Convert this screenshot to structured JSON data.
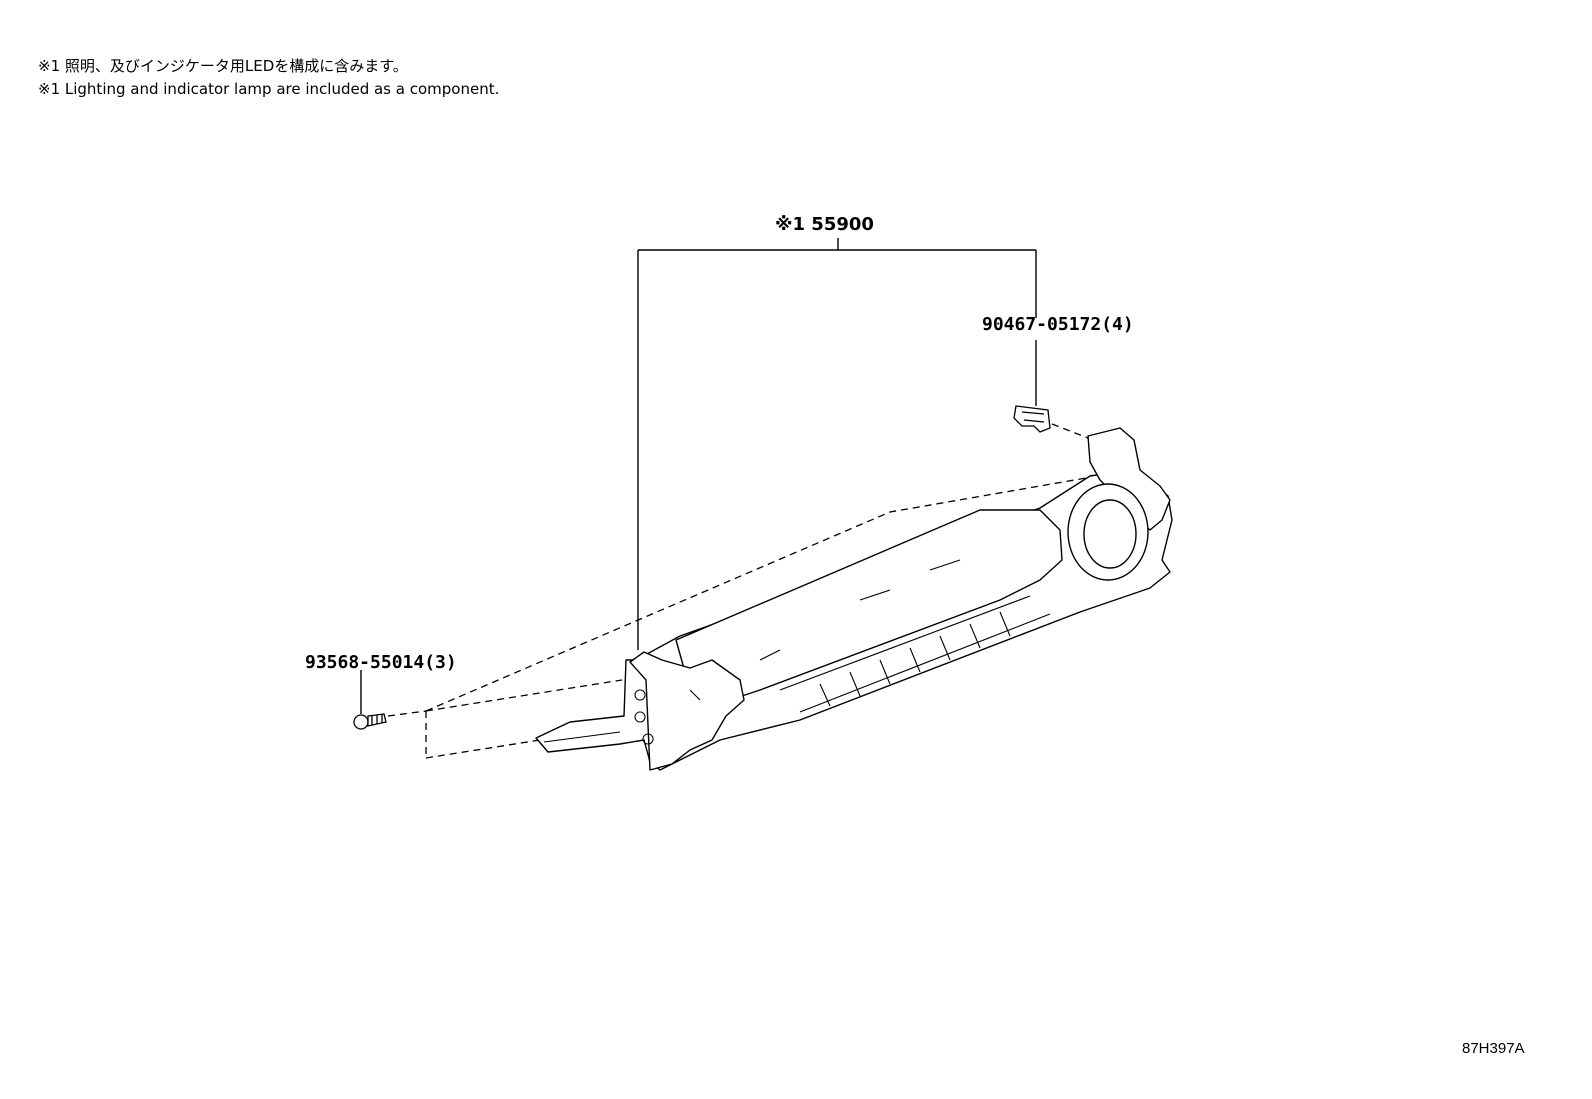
{
  "notes": {
    "ja": "※1 照明、及びインジケータ用LEDを構成に含みます。",
    "en": "※1 Lighting and indicator lamp are included as a component."
  },
  "parts": [
    {
      "label": "※1 55900",
      "name": "main-assembly"
    },
    {
      "label": "90467-05172(4)",
      "name": "clip"
    },
    {
      "label": "93568-55014(3)",
      "name": "screw"
    }
  ],
  "diagram_code": "87H397A"
}
